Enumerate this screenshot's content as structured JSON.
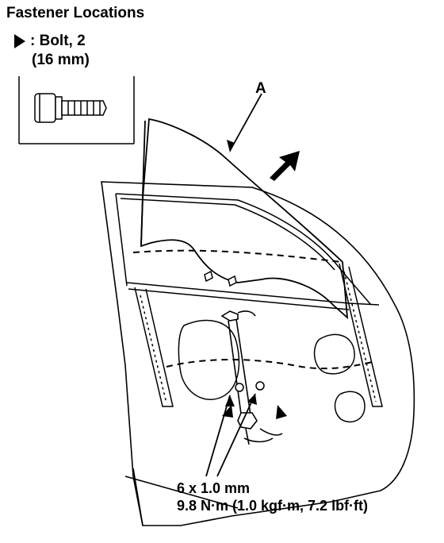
{
  "title": "Fastener Locations",
  "legend": {
    "symbol_icon": "filled-triangle-arrow-icon",
    "label": ": Bolt, 2",
    "size": "(16 mm)"
  },
  "callout_label": "A",
  "spec": {
    "line1": "6 x 1.0 mm",
    "line2": "9.8 N·m (1.0 kgf·m, 7.2 lbf·ft)"
  }
}
